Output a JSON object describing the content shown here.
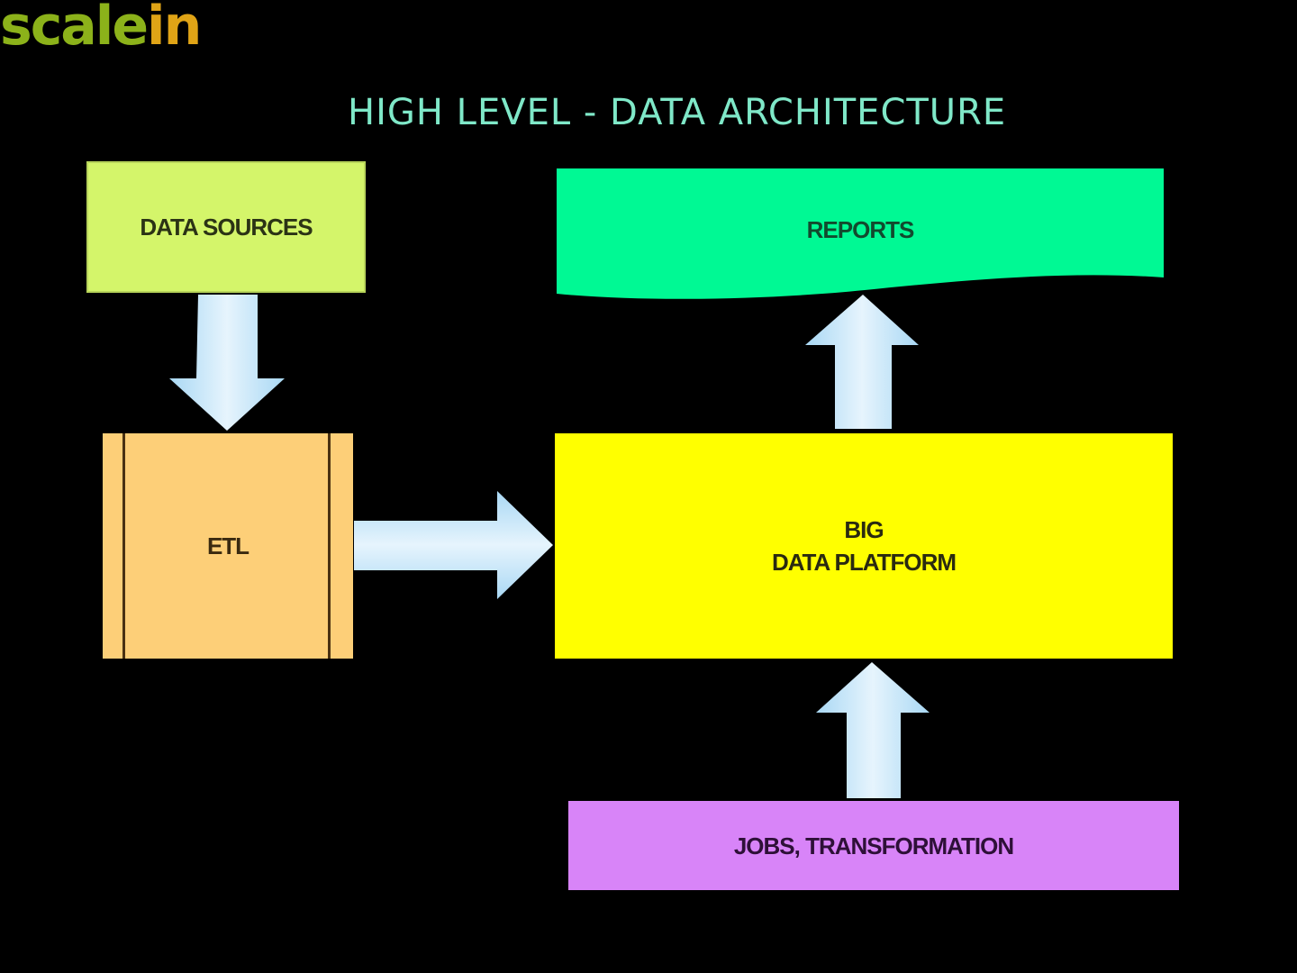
{
  "logo": {
    "part1": "scale",
    "part2": "in"
  },
  "title": "HIGH LEVEL - DATA ARCHITECTURE",
  "nodes": {
    "data_sources": "DATA SOURCES",
    "etl": "ETL",
    "reports": "REPORTS",
    "big_data_platform_line1": "BIG",
    "big_data_platform_line2": "DATA PLATFORM",
    "jobs_transformation": "JOBS, TRANSFORMATION"
  },
  "edges": [
    {
      "from": "DATA SOURCES",
      "to": "ETL"
    },
    {
      "from": "ETL",
      "to": "BIG DATA PLATFORM"
    },
    {
      "from": "BIG DATA PLATFORM",
      "to": "REPORTS"
    },
    {
      "from": "JOBS, TRANSFORMATION",
      "to": "BIG DATA PLATFORM"
    }
  ],
  "colors": {
    "data_sources": "#d4f56a",
    "etl": "#fdcf78",
    "reports": "#00f994",
    "big_data_platform": "#ffff00",
    "jobs_transformation": "#d884f8",
    "arrows": "#cde9fb",
    "title": "#7fe8c8"
  }
}
